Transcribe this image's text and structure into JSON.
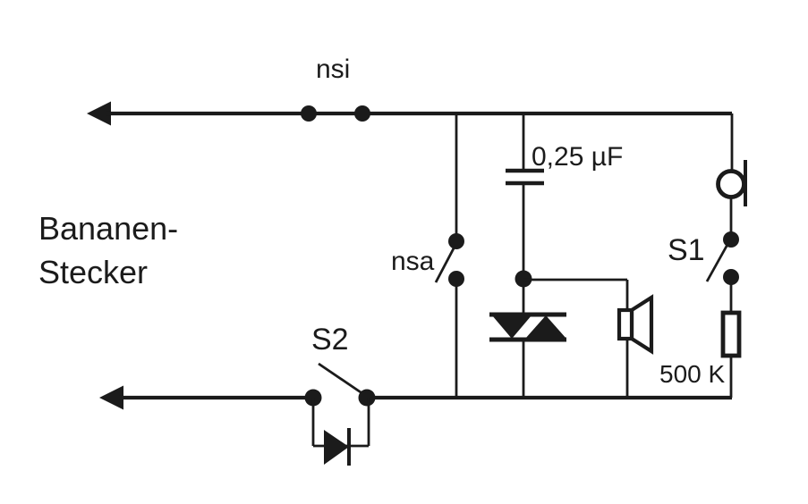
{
  "colors": {
    "ink": "#1b1b1b",
    "background": "#ffffff"
  },
  "plug_label": {
    "line1": "Bananen-",
    "line2": "Stecker"
  },
  "labels": {
    "nsi_contact": "nsi",
    "nsa_contact": "nsa",
    "capacitor": "0,25 µF",
    "switch_s1": "S1",
    "switch_s2": "S2",
    "resistor": "500 K"
  }
}
